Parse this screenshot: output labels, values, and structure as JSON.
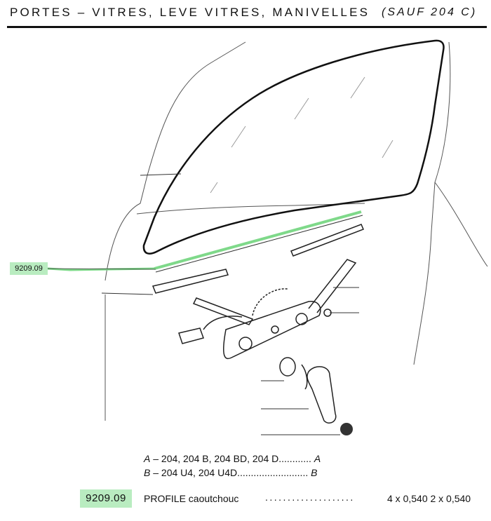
{
  "header": {
    "title": "PORTES – VITRES, LEVE VITRES, MANIVELLES",
    "subtitle": "(SAUF 204 C)"
  },
  "diagram": {
    "callout": "9209.09",
    "highlight_color": "#7fd98a",
    "badge_color": "#b9ecc0"
  },
  "legend": [
    {
      "letter": "A",
      "text": "–  204, 204 B, 204 BD, 204 D",
      "dots": "............",
      "tag": "A"
    },
    {
      "letter": "B",
      "text": "–  204 U4, 204 U4D",
      "dots": "..........................",
      "tag": "B"
    }
  ],
  "part": {
    "code": "9209.09",
    "description": "PROFILE caoutchouc",
    "dots": "....................",
    "quantity": "4 x 0,540  2 x 0,540"
  }
}
